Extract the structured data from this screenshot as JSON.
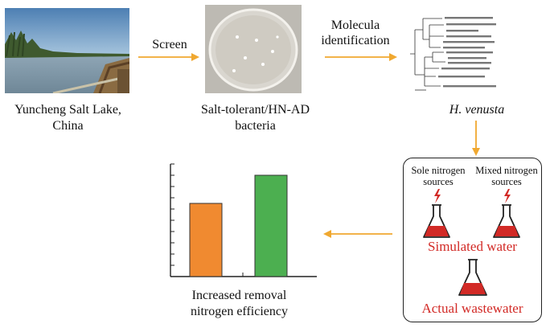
{
  "steps": {
    "location": {
      "line1": "Yuncheng Salt Lake,",
      "line2": "China"
    },
    "screen_label": "Screen",
    "bacteria": {
      "line1": "Salt-tolerant/HN-AD",
      "line2": "bacteria"
    },
    "identification_label": {
      "line1": "Molecula",
      "line2": "identification"
    },
    "species": "H. venusta",
    "result": {
      "line1": "Increased removal",
      "line2": "nitrogen efficiency"
    }
  },
  "experiment_box": {
    "sole": {
      "line1": "Sole nitrogen",
      "line2": "sources"
    },
    "mixed": {
      "line1": "Mixed nitrogen",
      "line2": "sources"
    },
    "simulated": "Simulated water",
    "actual": "Actual wastewater"
  },
  "colors": {
    "arrow": "#f0a830",
    "bar1": "#f08a30",
    "bar2": "#4caf50",
    "flask": "#d22a26",
    "text_red": "#d22a26"
  },
  "chart_data": {
    "type": "bar",
    "categories": [
      "",
      ""
    ],
    "values": [
      6.5,
      9.0
    ],
    "ylim": [
      0,
      10
    ],
    "colors": [
      "#f08a30",
      "#4caf50"
    ],
    "title": "",
    "xlabel": "",
    "ylabel": ""
  }
}
